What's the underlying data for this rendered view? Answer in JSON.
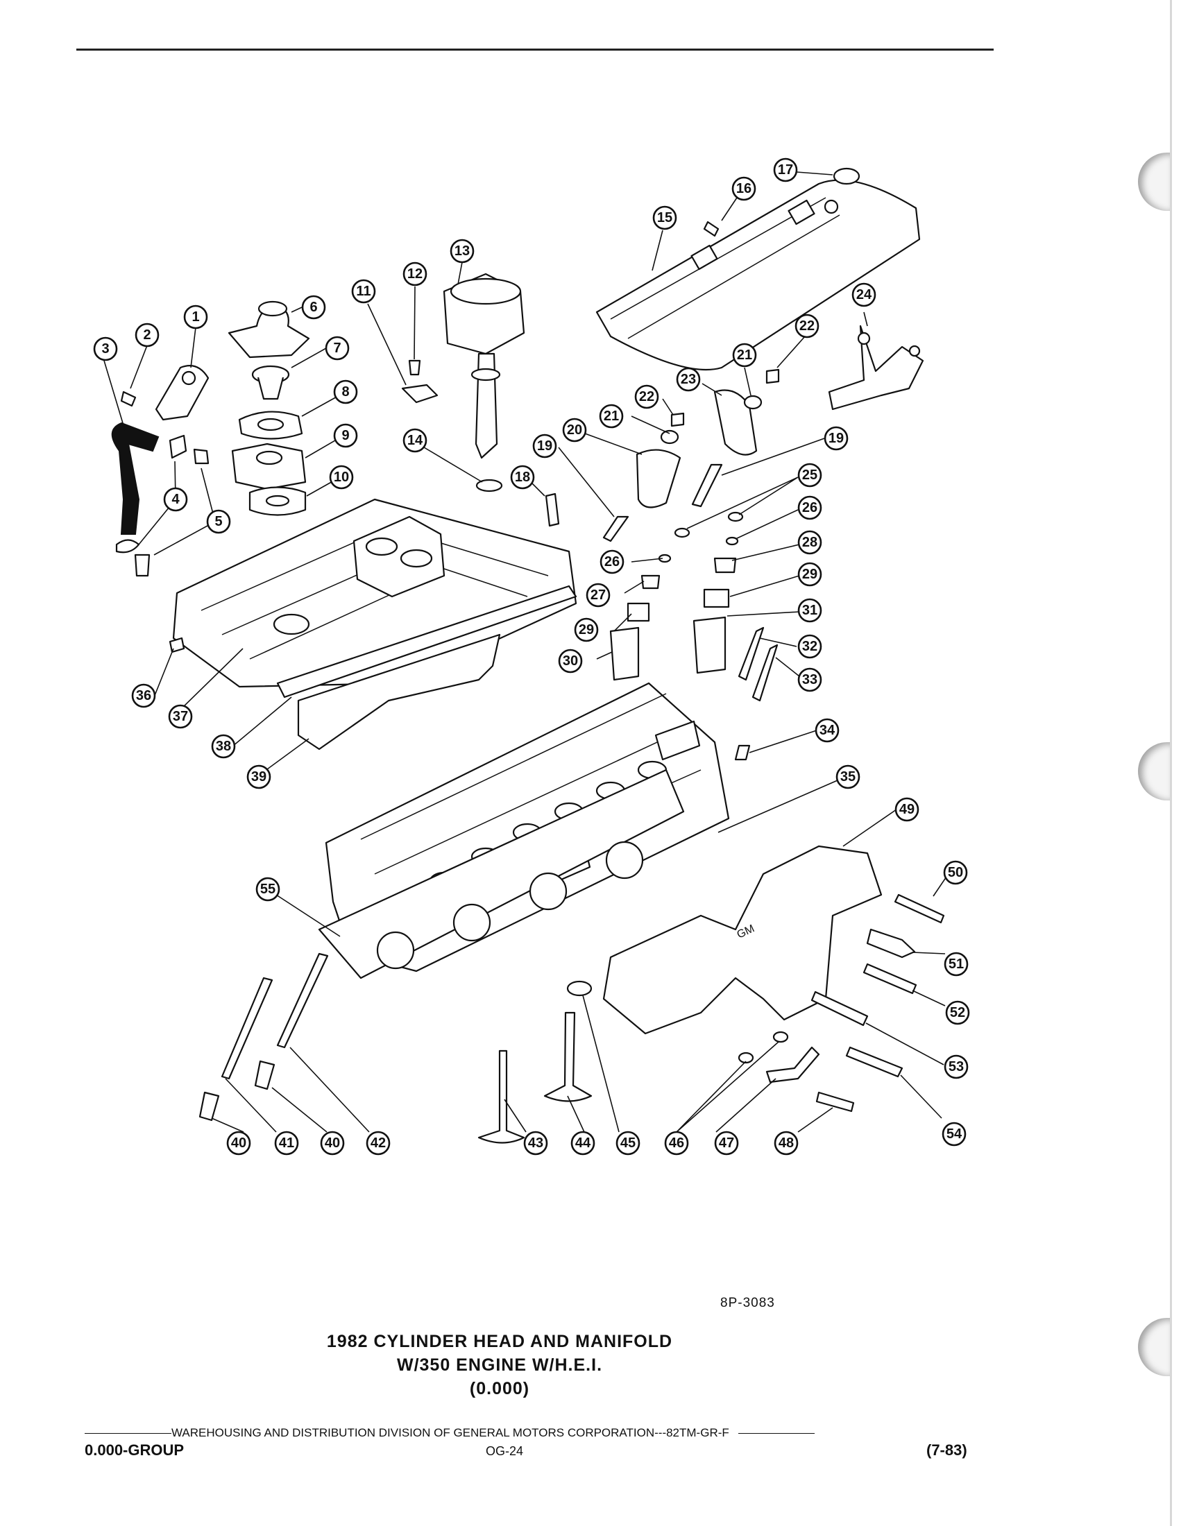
{
  "callouts": [
    "1",
    "2",
    "3",
    "4",
    "5",
    "6",
    "7",
    "8",
    "9",
    "10",
    "11",
    "12",
    "13",
    "14",
    "15",
    "16",
    "17",
    "18",
    "19",
    "19",
    "20",
    "21",
    "21",
    "22",
    "22",
    "23",
    "24",
    "25",
    "26",
    "26",
    "27",
    "28",
    "29",
    "29",
    "30",
    "31",
    "32",
    "33",
    "34",
    "35",
    "36",
    "37",
    "38",
    "39",
    "40",
    "40",
    "41",
    "42",
    "43",
    "44",
    "45",
    "46",
    "47",
    "48",
    "49",
    "50",
    "51",
    "52",
    "53",
    "54",
    "55"
  ],
  "diagram_text": {
    "manifold_logo": "GM"
  },
  "drawing_code": "8P-3083",
  "caption": {
    "line1": "1982 CYLINDER HEAD AND MANIFOLD",
    "line2": "W/350 ENGINE W/H.E.I.",
    "line3": "(0.000)"
  },
  "footer": {
    "distribution": "WAREHOUSING AND DISTRIBUTION  DIVISION OF GENERAL MOTORS CORPORATION---82TM-GR-F",
    "group": "0.000-GROUP",
    "page": "OG-24",
    "date": "(7-83)"
  }
}
